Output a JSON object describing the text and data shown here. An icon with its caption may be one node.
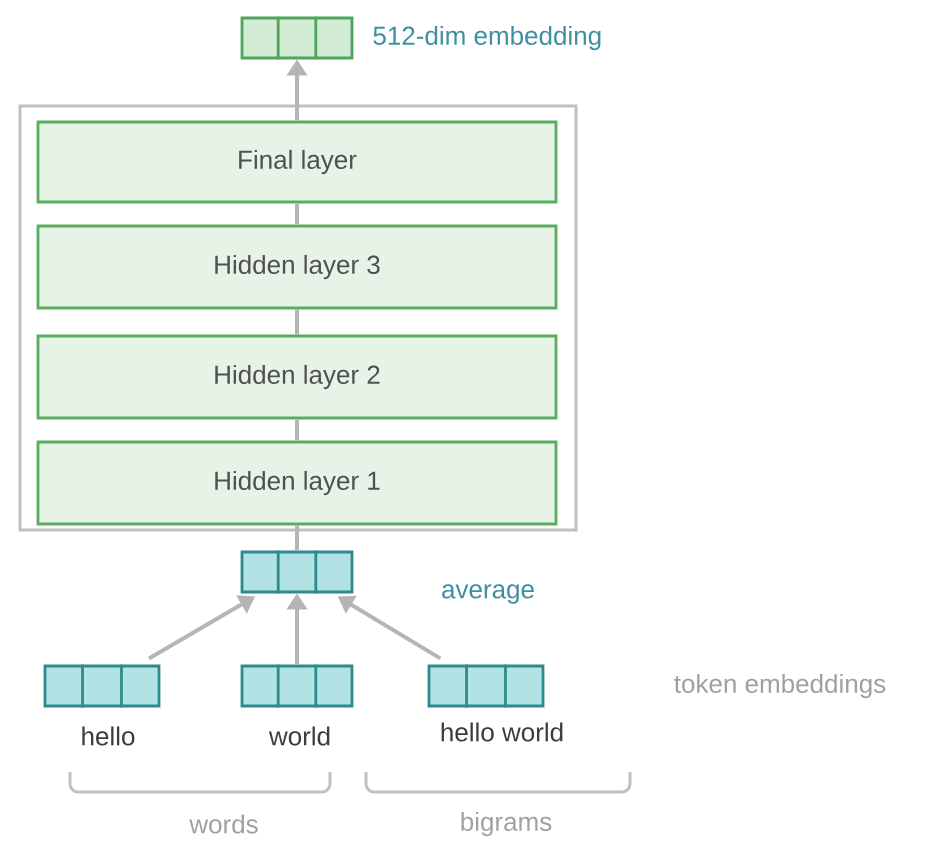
{
  "diagram": {
    "nodes": [
      {
        "text": [],
        "shape": "bar",
        "beside": [
          "512-dim embedding"
        ]
      },
      {
        "text": [],
        "shape": "box"
      },
      {
        "text": [
          "Final layer"
        ],
        "in": 1
      },
      {
        "text": [
          "Hidden layer 3"
        ],
        "in": 1
      },
      {
        "text": [
          "Hidden layer 2"
        ],
        "in": 1
      },
      {
        "text": [
          "Hidden layer 1"
        ],
        "in": 1
      },
      {
        "text": [],
        "shape": "bar",
        "beside": [
          "average"
        ]
      },
      {
        "text": [],
        "shape": "bar",
        "beside": [
          "hello"
        ]
      },
      {
        "text": [],
        "shape": "bar",
        "beside": [
          "world"
        ]
      },
      {
        "text": [],
        "shape": "bar",
        "beside": [
          "hello world"
        ]
      }
    ],
    "edges": [
      {
        "from": 7,
        "to": 6,
        "arrow": "to"
      },
      {
        "from": 8,
        "to": 6,
        "arrow": "to"
      },
      {
        "from": 9,
        "to": 6,
        "arrow": "to"
      },
      {
        "from": 6,
        "to": 5,
        "arrow": "none"
      },
      {
        "from": 5,
        "to": 4,
        "arrow": "none"
      },
      {
        "from": 4,
        "to": 3,
        "arrow": "none"
      },
      {
        "from": 3,
        "to": 2,
        "arrow": "none"
      },
      {
        "from": 2,
        "to": 0,
        "arrow": "to"
      }
    ],
    "labels": [
      "token embeddings",
      "words",
      "bigrams"
    ]
  }
}
